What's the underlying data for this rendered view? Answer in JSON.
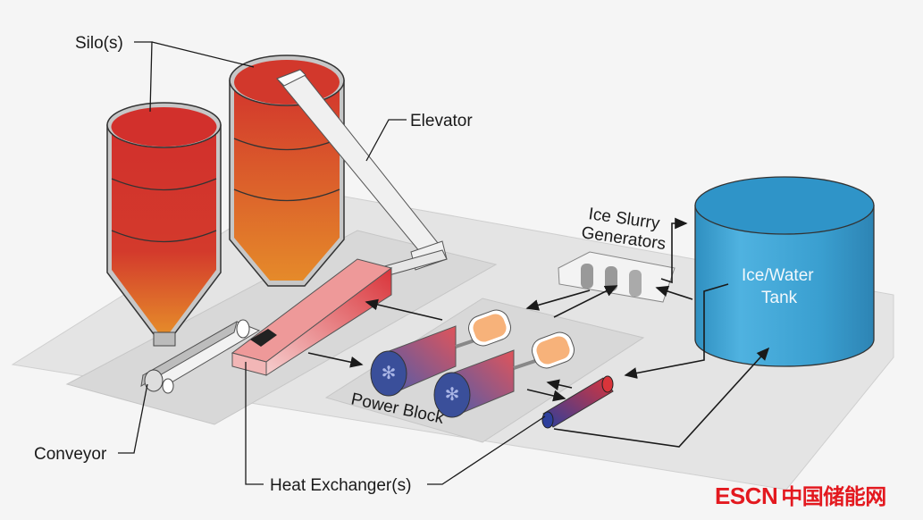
{
  "diagram": {
    "labels": {
      "silos": "Silo(s)",
      "elevator": "Elevator",
      "ice_slurry_line1": "Ice Slurry",
      "ice_slurry_line2": "Generators",
      "tank_line1": "Ice/Water",
      "tank_line2": "Tank",
      "power_block": "Power Block",
      "conveyor": "Conveyor",
      "heat_exchangers": "Heat Exchanger(s)"
    },
    "colors": {
      "background": "#f5f5f5",
      "platform": "#e2e2e2",
      "silo_hot": "#d33a2c",
      "silo_warm": "#e58a2a",
      "tank_blue": "#3fa3d4",
      "heat_exchanger_red": "#d9343a",
      "turbine_blue": "#3a4f9a",
      "generator_orange": "#f7b27a",
      "logo_red": "#e3191f"
    }
  },
  "watermark": {
    "latin": "ESCN",
    "chinese": "中国储能网"
  }
}
